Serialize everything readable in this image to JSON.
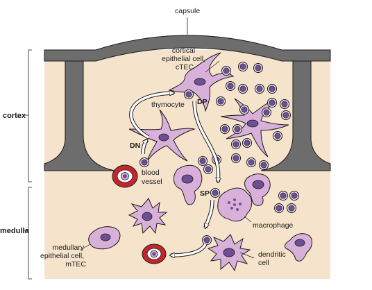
{
  "labels": {
    "capsule": "capsule",
    "cortex": "cortex",
    "medulla": "medulla",
    "ctec": [
      "cortical",
      "epithelial cell,",
      "cTEC"
    ],
    "thymocyte": "thymocyte",
    "dp": "DP",
    "dn": "DN",
    "sp": "SP",
    "blood_vessel": [
      "blood",
      "vessel"
    ],
    "macrophage": "macrophage",
    "mtec": [
      "medullary",
      "epithelial cell,",
      "mTEC"
    ],
    "dendritic": [
      "dendritic",
      "cell"
    ]
  },
  "colors": {
    "tissue": "#f5e3cb",
    "capsule": "#6d6d6d",
    "cell_fill": "#d9b0d9",
    "thymocyte_ring": "#ece3f1",
    "nucleus": "#6f4f93",
    "vessel": "#c1272d",
    "outline": "#1a1a1a"
  }
}
